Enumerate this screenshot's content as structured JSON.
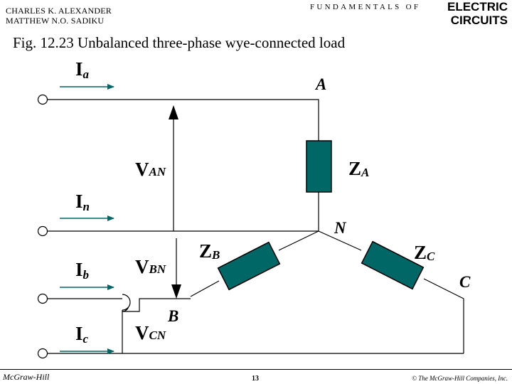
{
  "header": {
    "authors": [
      "CHARLES K. ALEXANDER",
      "MATTHEW N.O. SADIKU"
    ],
    "fundamentals": "FUNDAMENTALS OF",
    "brand_line1": "ELECTRIC",
    "brand_line2": "CIRCUITS"
  },
  "caption": "Fig. 12.23 Unbalanced three-phase wye-connected load",
  "labels": {
    "Ia": {
      "main": "I",
      "sub": "a"
    },
    "In": {
      "main": "I",
      "sub": "n"
    },
    "Ib": {
      "main": "I",
      "sub": "b"
    },
    "Ic": {
      "main": "I",
      "sub": "c"
    },
    "VAN": {
      "main": "V",
      "sub": "AN"
    },
    "VBN": {
      "main": "V",
      "sub": "BN"
    },
    "VCN": {
      "main": "V",
      "sub": "CN"
    },
    "ZA": {
      "main": "Z",
      "sub": "A"
    },
    "ZB": {
      "main": "Z",
      "sub": "B"
    },
    "ZC": {
      "main": "Z",
      "sub": "C"
    }
  },
  "nodes": {
    "A": "A",
    "B": "B",
    "C": "C",
    "N": "N"
  },
  "colors": {
    "impedance": "#006666",
    "arrow": "#006666",
    "wire": "#000000"
  },
  "footer": {
    "left": "McGraw-Hill",
    "page": "13",
    "right": "© The McGraw-Hill Companies, Inc."
  }
}
